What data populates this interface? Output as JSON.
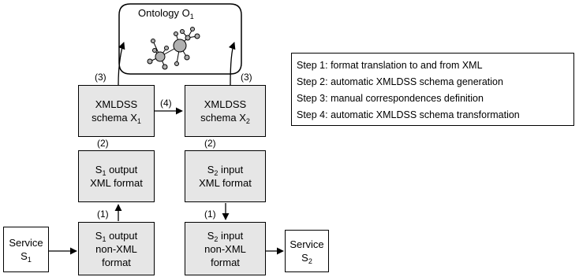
{
  "ontology": {
    "label": "Ontology O",
    "sub": "1"
  },
  "boxes": {
    "x1": {
      "line1": "XMLDSS",
      "line2": "schema X",
      "sub": "1"
    },
    "x2": {
      "line1": "XMLDSS",
      "line2": "schema X",
      "sub": "2"
    },
    "s1_xml": {
      "pre": "S",
      "sub": "1",
      "line1_rest": " output",
      "line2": "XML format"
    },
    "s2_xml": {
      "pre": "S",
      "sub": "2",
      "line1_rest": " input",
      "line2": "XML format"
    },
    "s1_nonxml": {
      "pre": "S",
      "sub": "1",
      "line1_rest": " output",
      "line2": "non-XML",
      "line3": "format"
    },
    "s2_nonxml": {
      "pre": "S",
      "sub": "2",
      "line1_rest": " input",
      "line2": "non-XML",
      "line3": "format"
    },
    "service1": {
      "line1": "Service",
      "line2": "S",
      "sub": "1"
    },
    "service2": {
      "line1": "Service",
      "line2": "S",
      "sub": "2"
    }
  },
  "step_labels": {
    "left_3": "(3)",
    "right_3": "(3)",
    "mid_4": "(4)",
    "left_2": "(2)",
    "right_2": "(2)",
    "left_1": "(1)",
    "right_1": "(1)"
  },
  "legend": [
    "Step 1: format translation to and from XML",
    "Step 2: automatic XMLDSS schema generation",
    "Step 3: manual correspondences definition",
    "Step 4: automatic XMLDSS schema transformation"
  ]
}
